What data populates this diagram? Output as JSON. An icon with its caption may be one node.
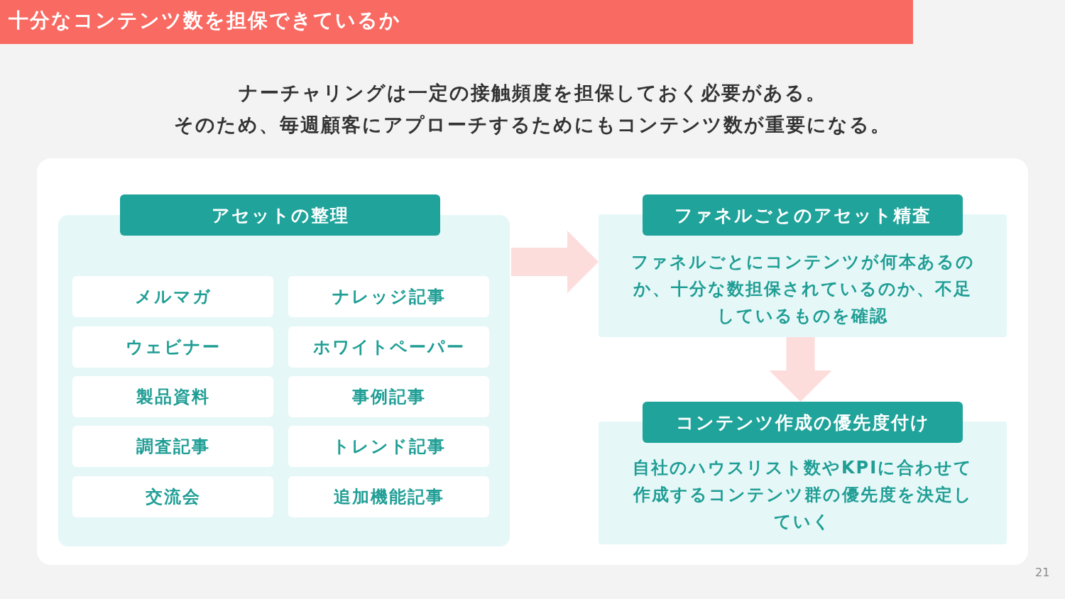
{
  "diagram": {
    "title": "十分なコンテンツ数を担保できているか",
    "nodes": [
      {
        "text": [
          "アセットの整理"
        ]
      },
      {
        "text": [
          "メルマガ"
        ],
        "in": 0
      },
      {
        "text": [
          "ナレッジ記事"
        ],
        "in": 0
      },
      {
        "text": [
          "ウェビナー"
        ],
        "in": 0
      },
      {
        "text": [
          "ホワイトペーパー"
        ],
        "in": 0
      },
      {
        "text": [
          "製品資料"
        ],
        "in": 0
      },
      {
        "text": [
          "事例記事"
        ],
        "in": 0
      },
      {
        "text": [
          "調査記事"
        ],
        "in": 0
      },
      {
        "text": [
          "トレンド記事"
        ],
        "in": 0
      },
      {
        "text": [
          "交流会"
        ],
        "in": 0
      },
      {
        "text": [
          "追加機能記事"
        ],
        "in": 0
      },
      {
        "text": [
          "ファネルごとのアセット精査",
          "ファネルごとにコンテンツが何本あるのか、十分な数担保されているのか、不足しているものを確認"
        ]
      },
      {
        "text": [
          "コンテンツ作成の優先度付け",
          "自社のハウスリスト数やKPIに合わせて作成するコンテンツ群の優先度を決定していく"
        ]
      }
    ],
    "edges": [
      {
        "from": 0,
        "to": 11,
        "arrow": "to"
      },
      {
        "from": 11,
        "to": 12,
        "arrow": "to"
      }
    ],
    "labels": [
      "ナーチャリングは一定の接触頻度を担保しておく必要がある。",
      "そのため、毎週顧客にアプローチするためにもコンテンツ数が重要になる。",
      "21"
    ]
  }
}
